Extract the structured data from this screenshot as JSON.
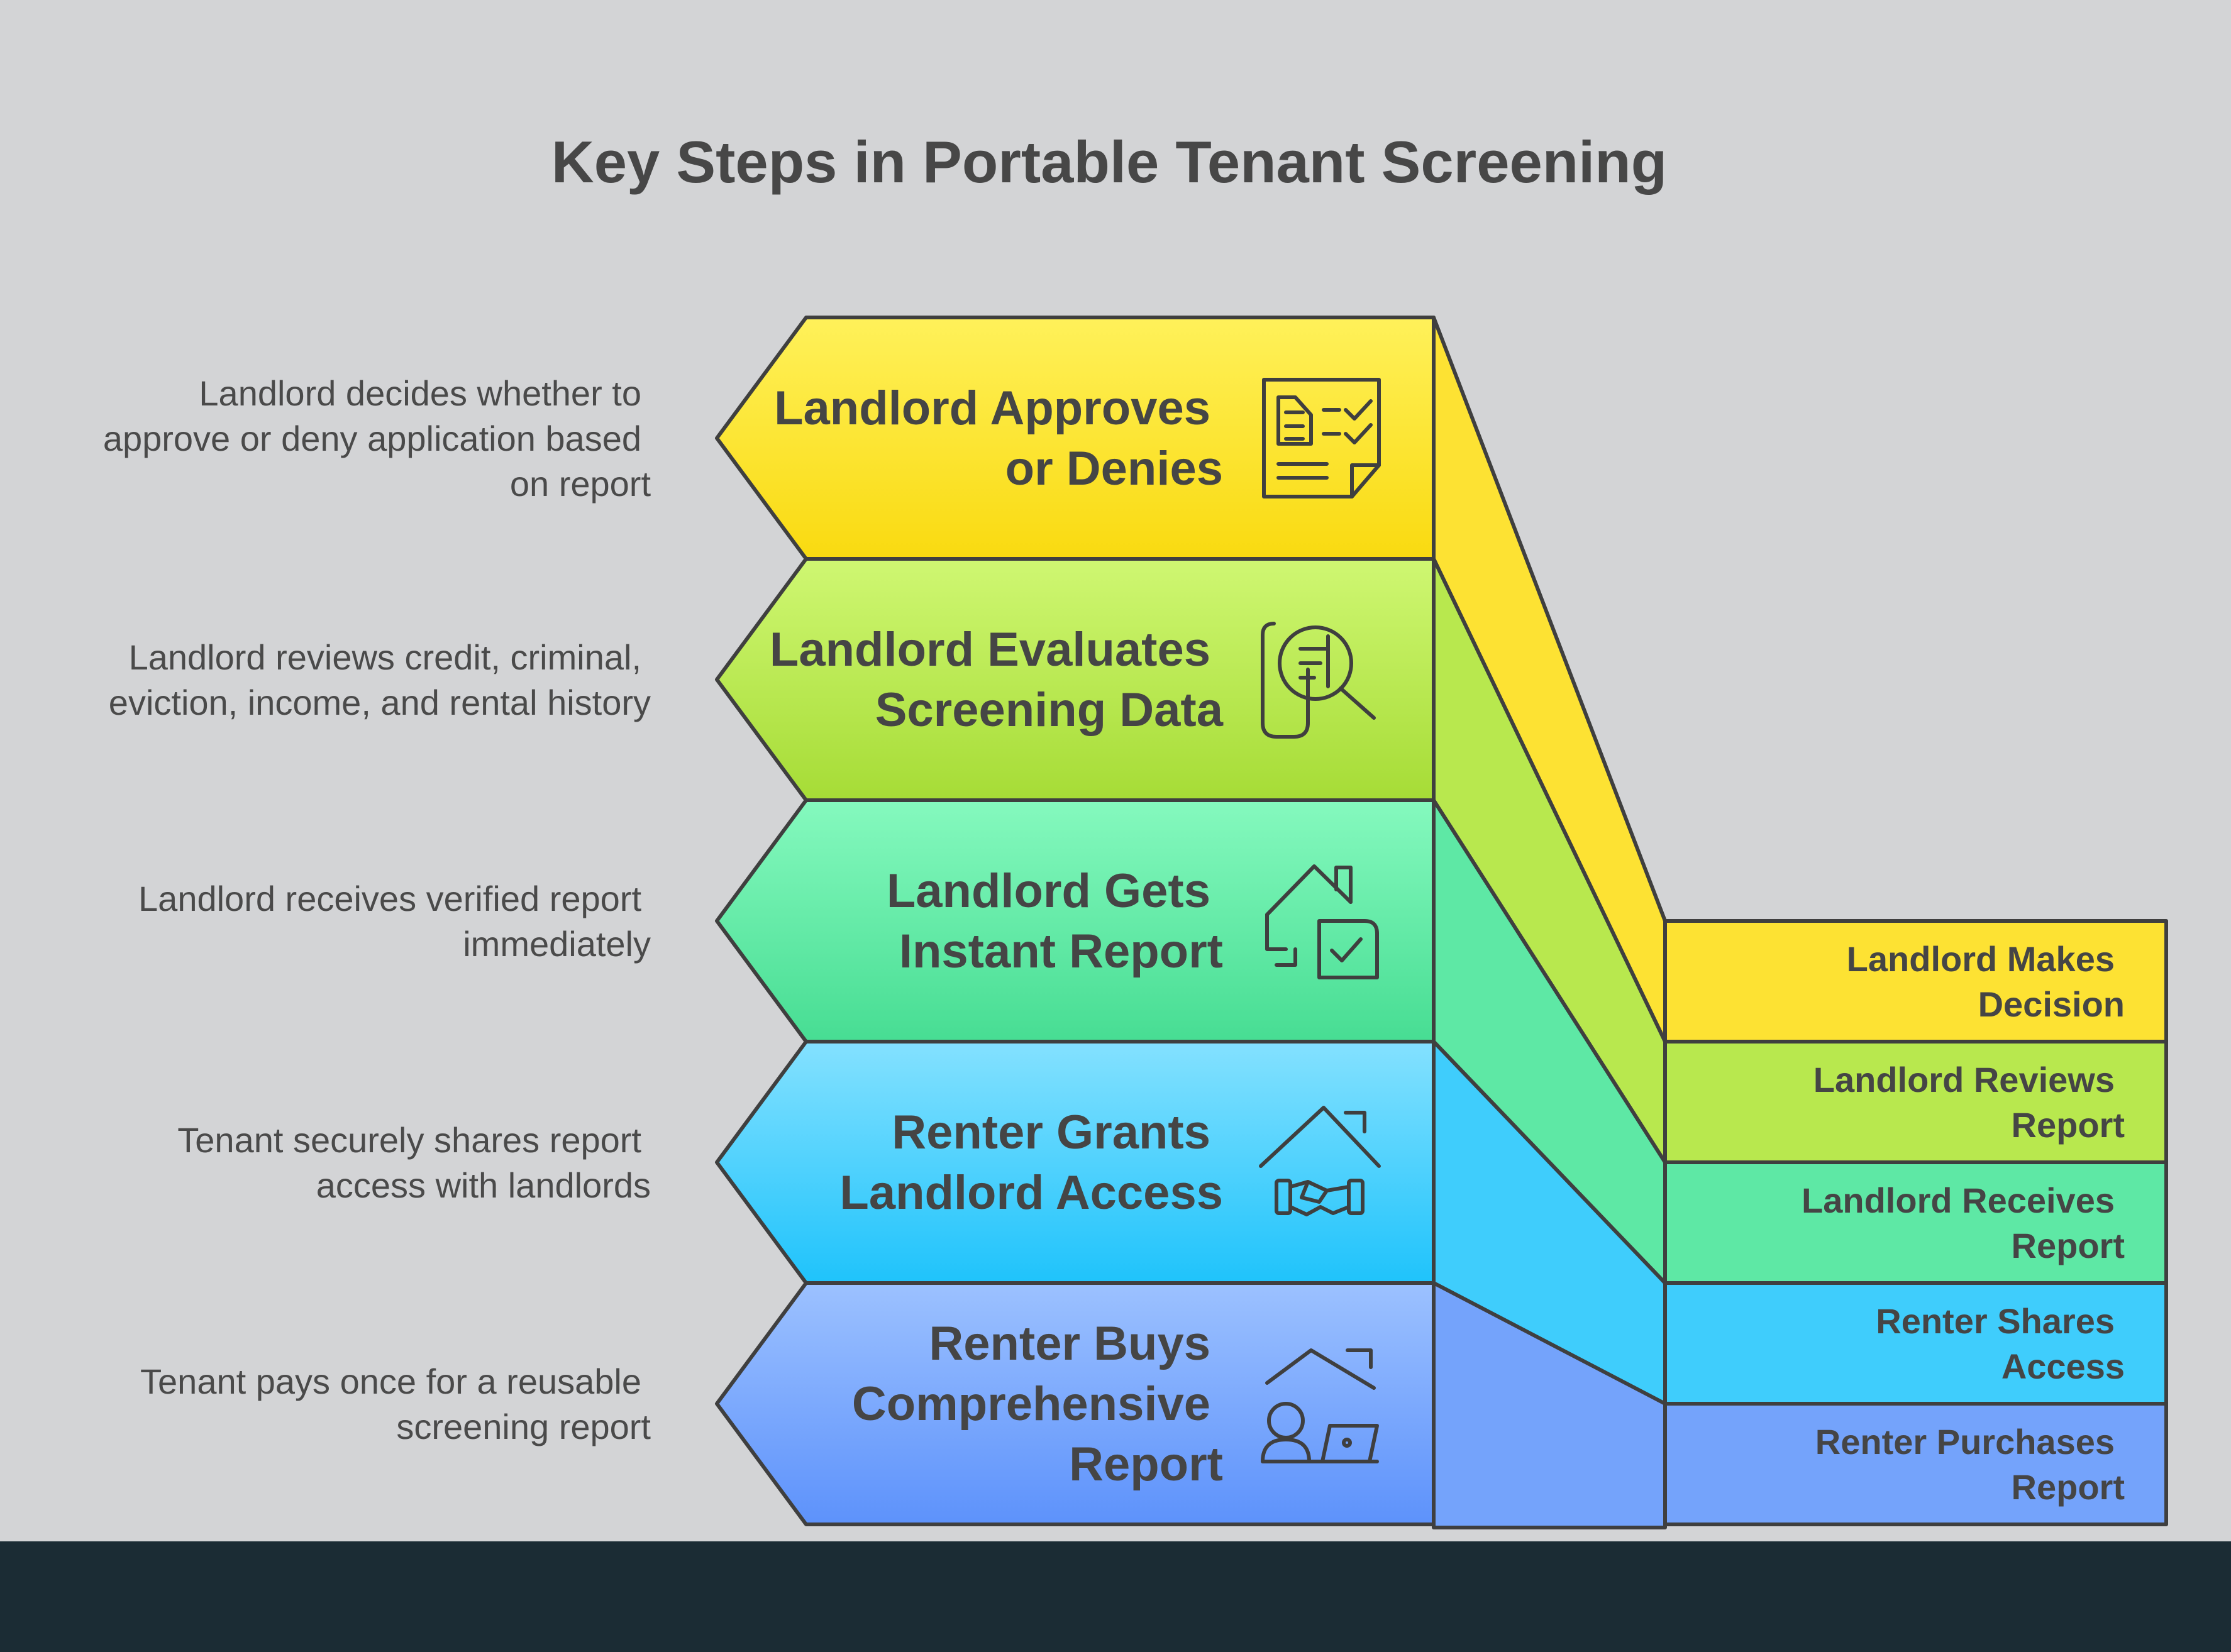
{
  "title": "Key Steps in Portable Tenant Screening",
  "steps": [
    {
      "label_lines": [
        "Landlord Approves",
        "or Denies"
      ],
      "description_lines": [
        "Landlord decides whether to",
        "approve or deny application based",
        "on report"
      ],
      "summary_lines": [
        "Landlord Makes",
        "Decision"
      ],
      "icon": "document-checklist-icon",
      "colors": {
        "top": "#fff15a",
        "bottom": "#f9da10",
        "side": "#fde233"
      }
    },
    {
      "label_lines": [
        "Landlord Evaluates",
        "Screening Data"
      ],
      "description_lines": [
        "Landlord reviews credit, criminal,",
        "eviction, income, and rental history"
      ],
      "summary_lines": [
        "Landlord Reviews",
        "Report"
      ],
      "icon": "magnifying-document-icon",
      "colors": {
        "top": "#cff772",
        "bottom": "#a6dc36",
        "side": "#b8e84e"
      }
    },
    {
      "label_lines": [
        "Landlord Gets",
        "Instant Report"
      ],
      "description_lines": [
        "Landlord receives verified report",
        "immediately"
      ],
      "summary_lines": [
        "Landlord Receives",
        "Report"
      ],
      "icon": "house-document-check-icon",
      "colors": {
        "top": "#85f9be",
        "bottom": "#47dd93",
        "side": "#5ee8a5"
      }
    },
    {
      "label_lines": [
        "Renter Grants",
        "Landlord Access"
      ],
      "description_lines": [
        "Tenant securely shares report",
        "access with landlords"
      ],
      "summary_lines": [
        "Renter Shares",
        "Access"
      ],
      "icon": "house-handshake-icon",
      "colors": {
        "top": "#84e1ff",
        "bottom": "#1fc3fb",
        "side": "#3fcdfc"
      }
    },
    {
      "label_lines": [
        "Renter Buys",
        "Comprehensive",
        "Report"
      ],
      "description_lines": [
        "Tenant pays once for a reusable",
        "screening report"
      ],
      "summary_lines": [
        "Renter Purchases",
        "Report"
      ],
      "icon": "house-person-laptop-icon",
      "colors": {
        "top": "#9cc1ff",
        "bottom": "#5d92fb",
        "side": "#74a3fb"
      }
    }
  ]
}
